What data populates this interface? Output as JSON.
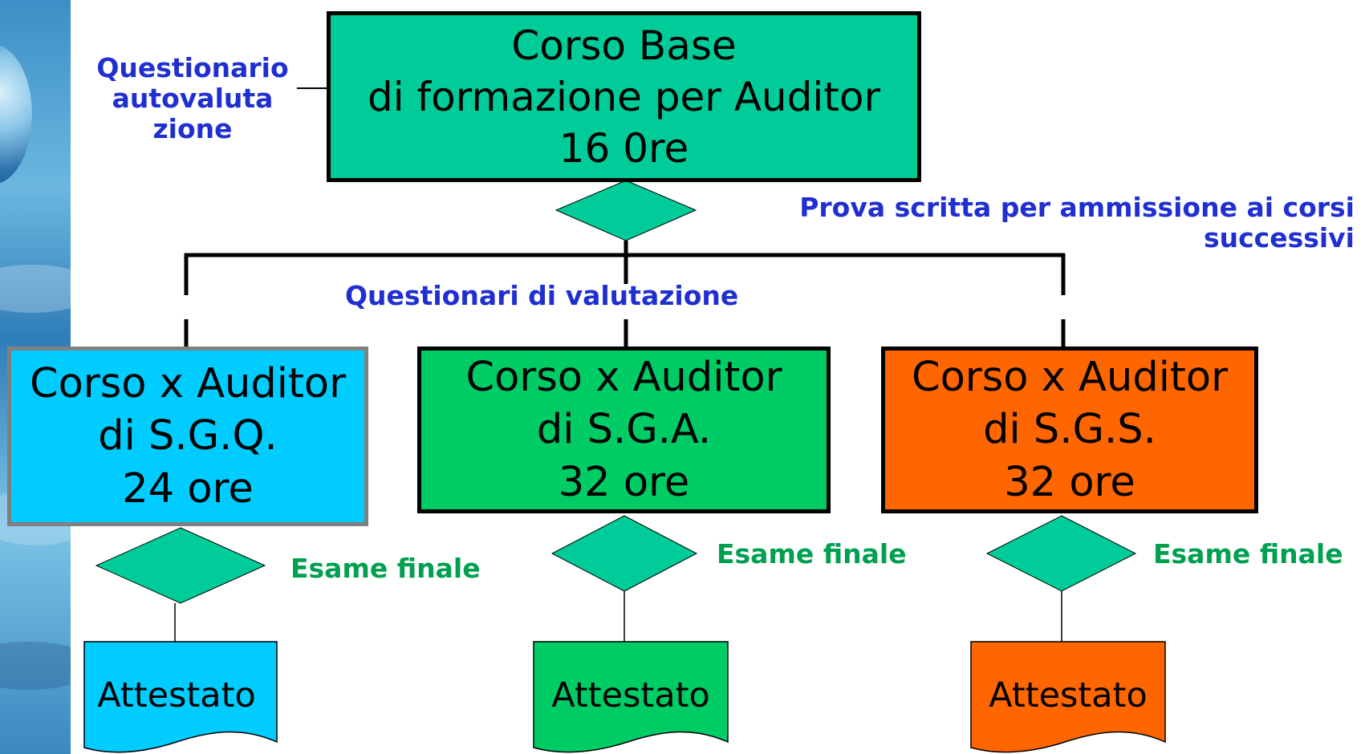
{
  "main_box": {
    "line1": "Corso Base",
    "line2": "di formazione per Auditor",
    "line3": "16 0re",
    "color": "#00cc99"
  },
  "labels": {
    "questionario_line1": "Questionario",
    "questionario_line2": "autovaluta",
    "questionario_line3": "zione",
    "prova_line1": "Prova scritta per ammissione ai corsi",
    "prova_line2": "successivi",
    "questionari_valutazione": "Questionari di valutazione"
  },
  "courses": [
    {
      "line1": "Corso x Auditor",
      "line2": "di S.G.Q.",
      "line3": "24 ore",
      "exam": "Esame finale",
      "certificate": "Attestato",
      "color": "#00ccff"
    },
    {
      "line1": "Corso x Auditor",
      "line2": "di S.G.A.",
      "line3": "32 ore",
      "exam": "Esame finale",
      "certificate": "Attestato",
      "color": "#00cc66"
    },
    {
      "line1": "Corso x Auditor",
      "line2": "di S.G.S.",
      "line3": "32 ore",
      "exam": "Esame finale",
      "certificate": "Attestato",
      "color": "#ff6600"
    }
  ],
  "colors": {
    "label_blue": "#1f2fd0",
    "label_green": "#00a050",
    "decision": "#00cc99"
  }
}
